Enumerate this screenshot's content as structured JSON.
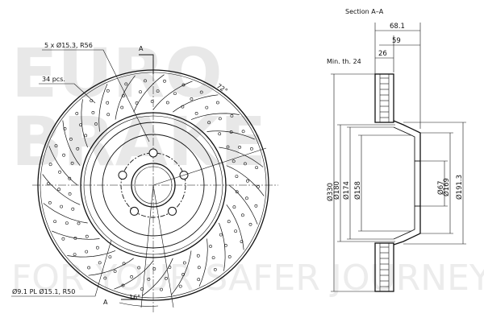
{
  "watermark": {
    "line1": "EURO",
    "line2": "BRAKE",
    "tagline": "FOR YOUR SAFER JOURNEY"
  },
  "front_view": {
    "bolt_note": "5 x Ø15.3, R56",
    "holes_note": "34 pcs.",
    "section_mark_top": "A",
    "section_mark_bottom": "A",
    "angle_top": "72°",
    "angle_bottom": "16°",
    "pcd_note": "Ø9.1 PL Ø15.1, R50"
  },
  "section_view": {
    "title": "Section A–A",
    "dim_total_width": "68.1",
    "dim_hat_depth": "59",
    "dim_disc_thickness": "26",
    "min_thickness": "Min. th. 24",
    "dia_330": "Ø330",
    "dia_180": "Ø180",
    "dia_174": "Ø174",
    "dia_158": "Ø158",
    "dia_67": "Ø67",
    "dia_169": "Ø169",
    "dia_191": "Ø191.3"
  }
}
